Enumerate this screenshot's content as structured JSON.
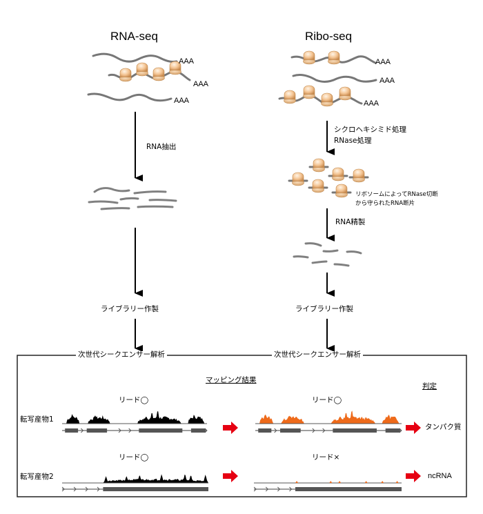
{
  "columns": {
    "rna_seq": {
      "title": "RNA-seq",
      "polyA_labels": [
        "AAA",
        "AAA",
        "AAA"
      ],
      "step_extraction": "RNA抽出",
      "step_library": "ライブラリー作製",
      "step_sequencing": "次世代シークエンサー解析"
    },
    "ribo_seq": {
      "title": "Ribo-seq",
      "polyA_labels": [
        "AAA",
        "AAA",
        "AAA"
      ],
      "step_treatment_line1": "シクロヘキシミド処理",
      "step_treatment_line2": "RNase処理",
      "footprint_note_line1": "リボソームによってRNase切断",
      "footprint_note_line2": "から守られたRNA断片",
      "step_purification": "RNA精製",
      "step_library": "ライブラリー作製",
      "step_sequencing": "次世代シークエンサー解析"
    }
  },
  "results": {
    "mapping_header": "マッピング結果",
    "judgement_header": "判定",
    "rows": [
      {
        "transcript_label": "転写産物1",
        "rna_reads_label": "リード◯",
        "ribo_reads_label": "リード◯",
        "verdict": "タンパク質"
      },
      {
        "transcript_label": "転写産物2",
        "rna_reads_label": "リード◯",
        "ribo_reads_label": "リード×",
        "verdict": "ncRNA"
      }
    ]
  },
  "colors": {
    "rna_track": "#000000",
    "ribo_track": "#ee6a1a",
    "arrow_red": "#e60012",
    "mrna_gray": "#777777",
    "exon_gray": "#555555",
    "ribosome": "#f2bf8a"
  }
}
